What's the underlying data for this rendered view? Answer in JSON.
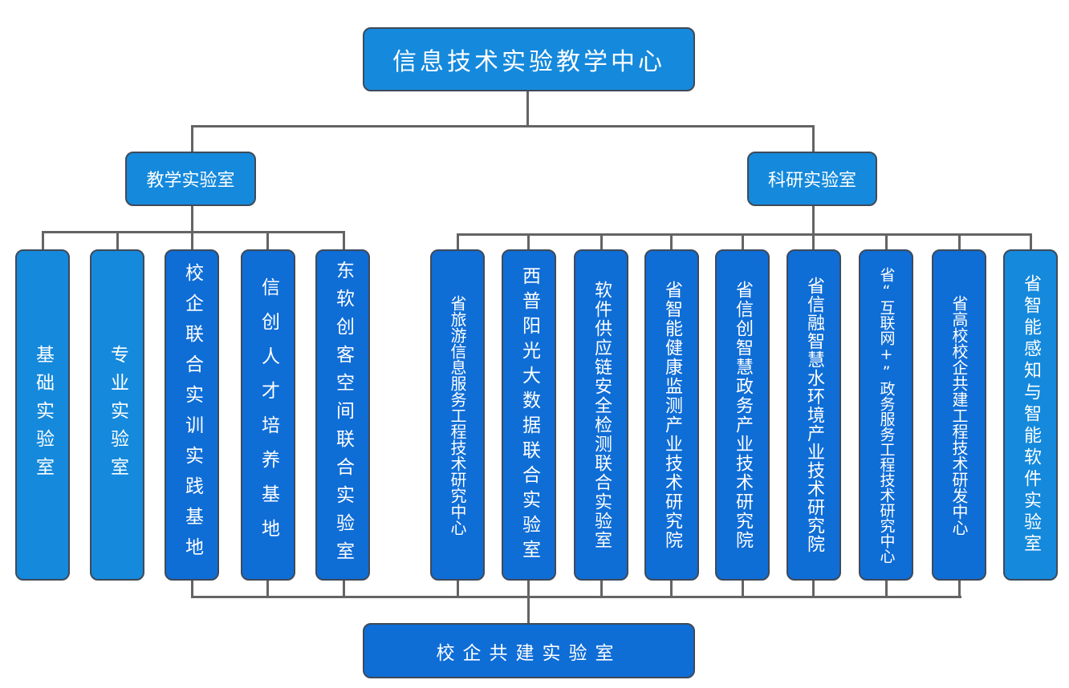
{
  "diagram": {
    "title": "信息技术实验教学中心",
    "branches": [
      {
        "label": "教学实验室",
        "children": [
          "基础实验室",
          "专业实验室",
          "校企联合实训实践基地",
          "信创人才培养基地",
          "东软创客空间联合实验室"
        ]
      },
      {
        "label": "科研实验室",
        "children": [
          "省旅游信息服务工程技术研究中心",
          "西普阳光大数据联合实验室",
          "软件供应链安全检测联合实验室",
          "省智能健康监测产业技术研究院",
          "省信创智慧政务产业技术研究院",
          "省信融智慧水环境产业技术研究院",
          "省“互联网+”政务服务工程技术研究中心",
          "省高校校企共建工程技术研发中心",
          "省智能感知与智能软件实验室"
        ]
      }
    ],
    "bottom": "校企共建实验室",
    "colors": {
      "box_light": "#1589dc",
      "box_dark": "#0f6dd6",
      "connector": "#646464",
      "border": "#3f4a58",
      "text": "#ffffff"
    }
  }
}
